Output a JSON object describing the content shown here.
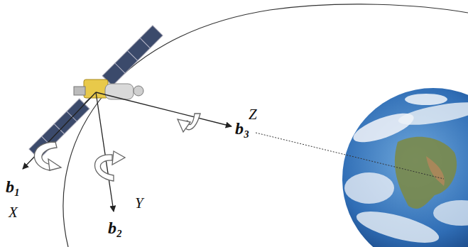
{
  "diagram": {
    "labels": [
      "Z",
      "b₃",
      "b₁",
      "X",
      "Y",
      "b₂"
    ]
  }
}
